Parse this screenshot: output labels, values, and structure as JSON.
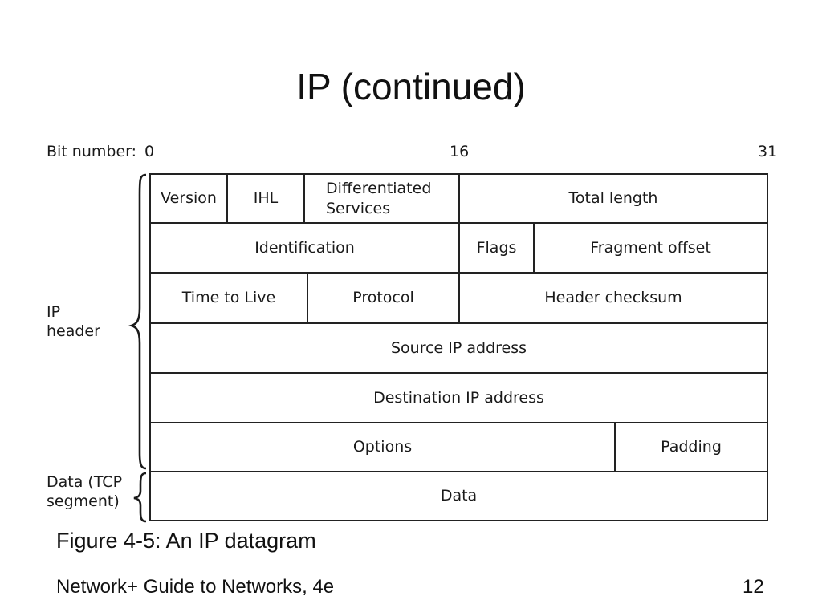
{
  "slide": {
    "title": "IP (continued)",
    "caption": "Figure 4-5: An IP datagram",
    "footer_left": "Network+ Guide to Networks, 4e",
    "page_number": "12"
  },
  "diagram": {
    "bit_number_label": "Bit number:",
    "bit_ticks": [
      "0",
      "16",
      "31"
    ],
    "side_labels": {
      "ip_header": [
        "IP",
        "header"
      ],
      "data_segment": [
        "Data (TCP",
        "segment)"
      ]
    },
    "rows": [
      [
        "Version",
        "IHL",
        "Differentiated Services",
        "Total length"
      ],
      [
        "Identification",
        "Flags",
        "Fragment offset"
      ],
      [
        "Time to Live",
        "Protocol",
        "Header checksum"
      ],
      [
        "Source IP address"
      ],
      [
        "Destination IP address"
      ],
      [
        "Options",
        "Padding"
      ],
      [
        "Data"
      ]
    ],
    "dsfield_lines": [
      "Differentiated",
      "Services"
    ]
  }
}
